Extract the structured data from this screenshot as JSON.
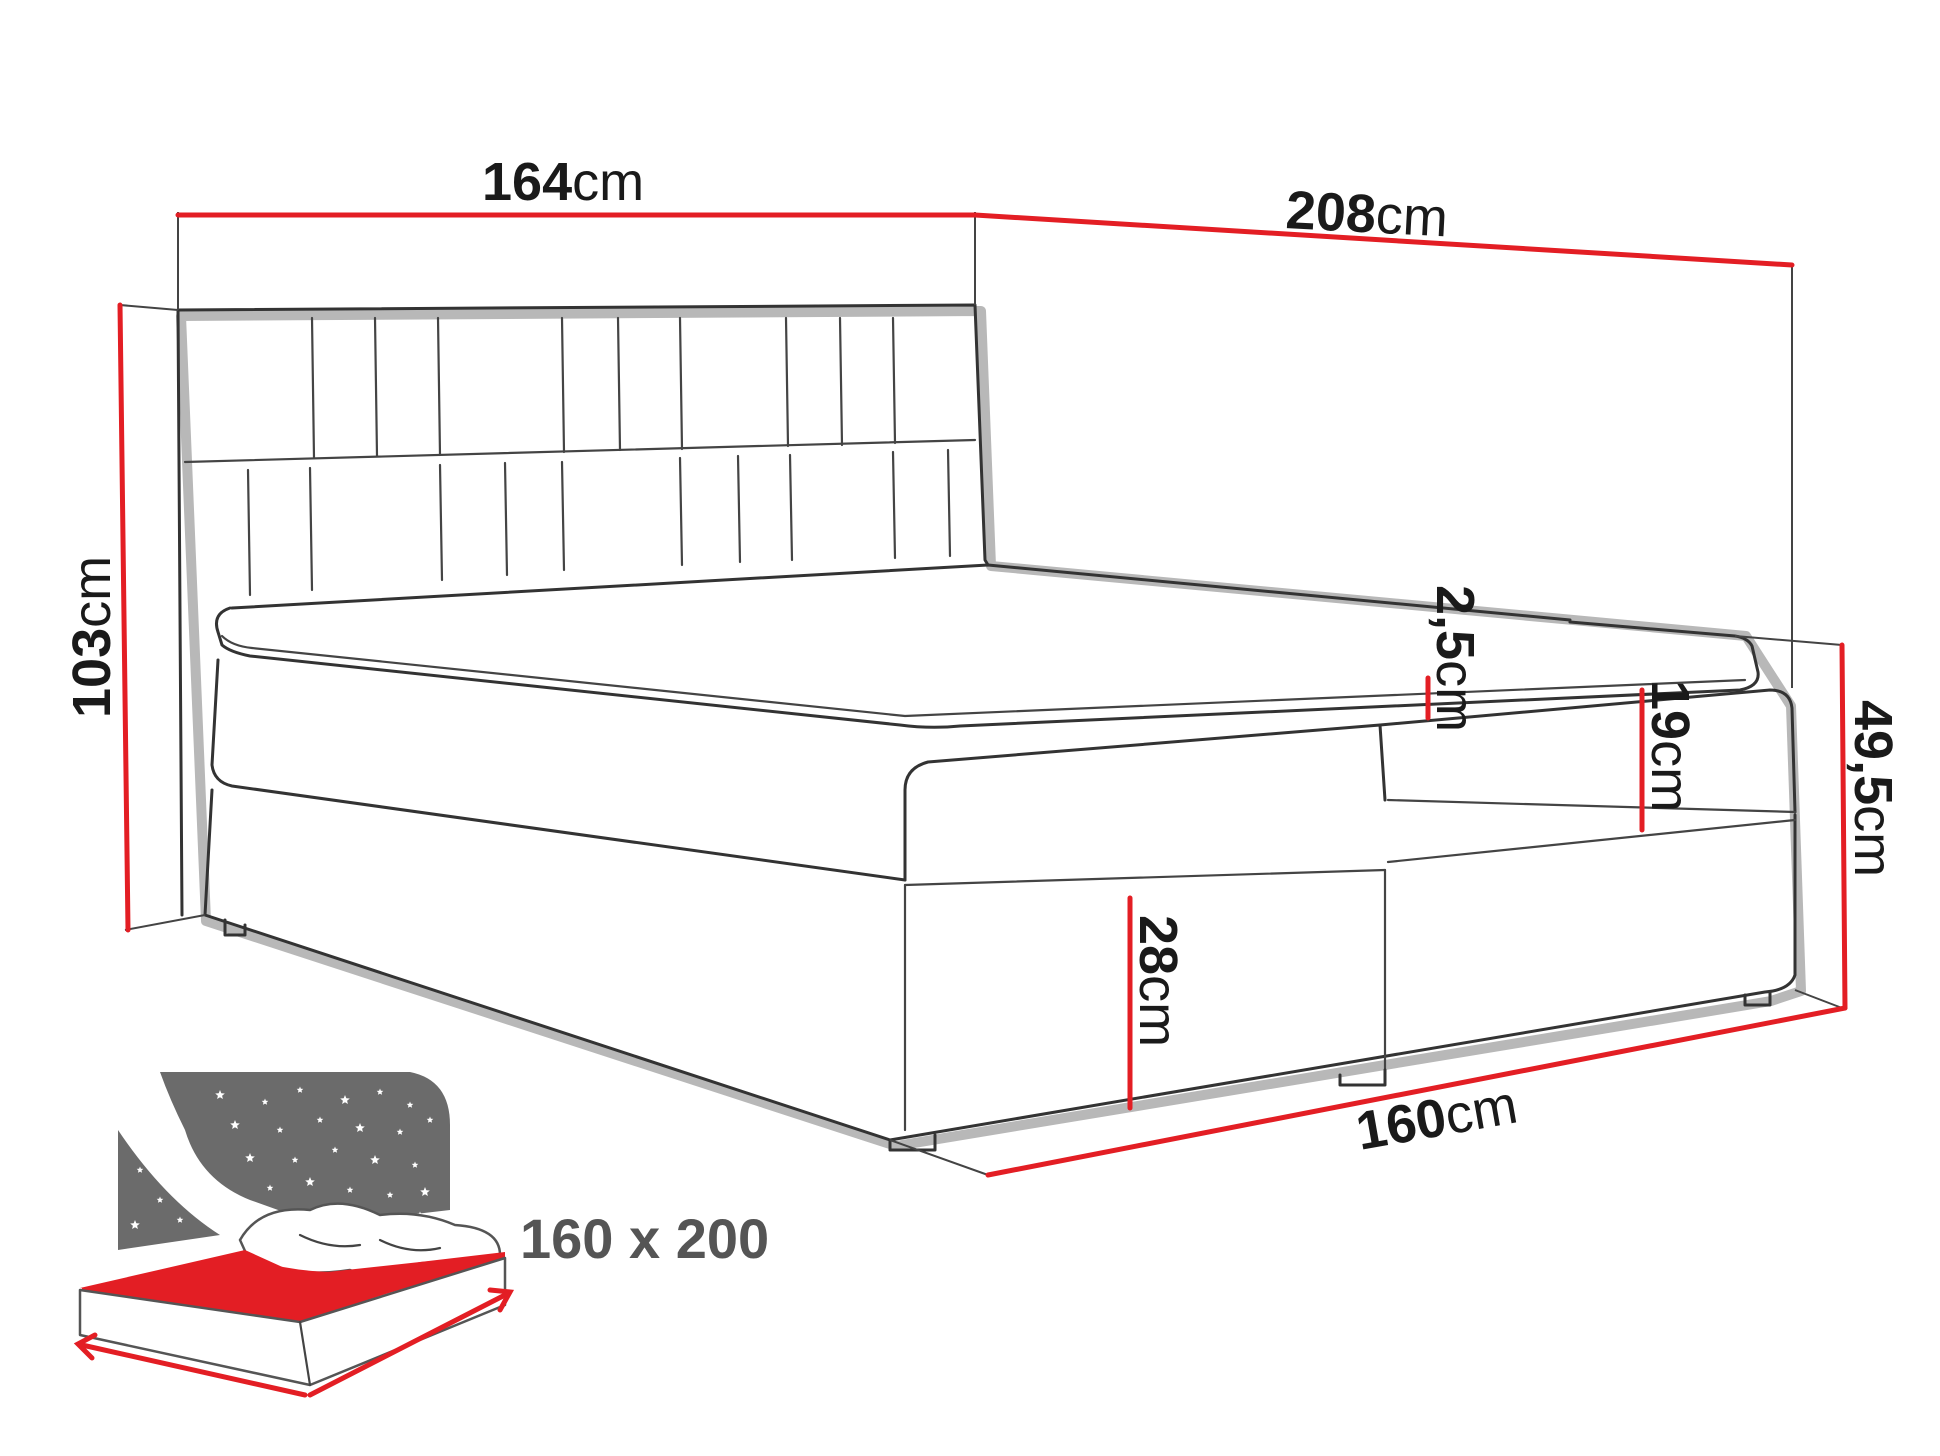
{
  "dimensions": {
    "width": {
      "value": "164",
      "unit": "cm"
    },
    "length": {
      "value": "208",
      "unit": "cm"
    },
    "height": {
      "value": "103",
      "unit": "cm"
    },
    "topper": {
      "value": "2,5",
      "unit": "cm"
    },
    "mattress": {
      "value": "19",
      "unit": "cm"
    },
    "total_side_height": {
      "value": "49,5",
      "unit": "cm"
    },
    "base": {
      "value": "28",
      "unit": "cm"
    },
    "inner_width": {
      "value": "160",
      "unit": "cm"
    }
  },
  "sleeping_area": {
    "label": "160 x 200"
  },
  "colors": {
    "accent": "#e31e24",
    "outline": "#333333",
    "caption": "#555555",
    "dark_panel": "#6b6b6b"
  },
  "icons": [
    "bed-outline-drawing",
    "mattress-size-icon",
    "star-pattern-icon"
  ]
}
